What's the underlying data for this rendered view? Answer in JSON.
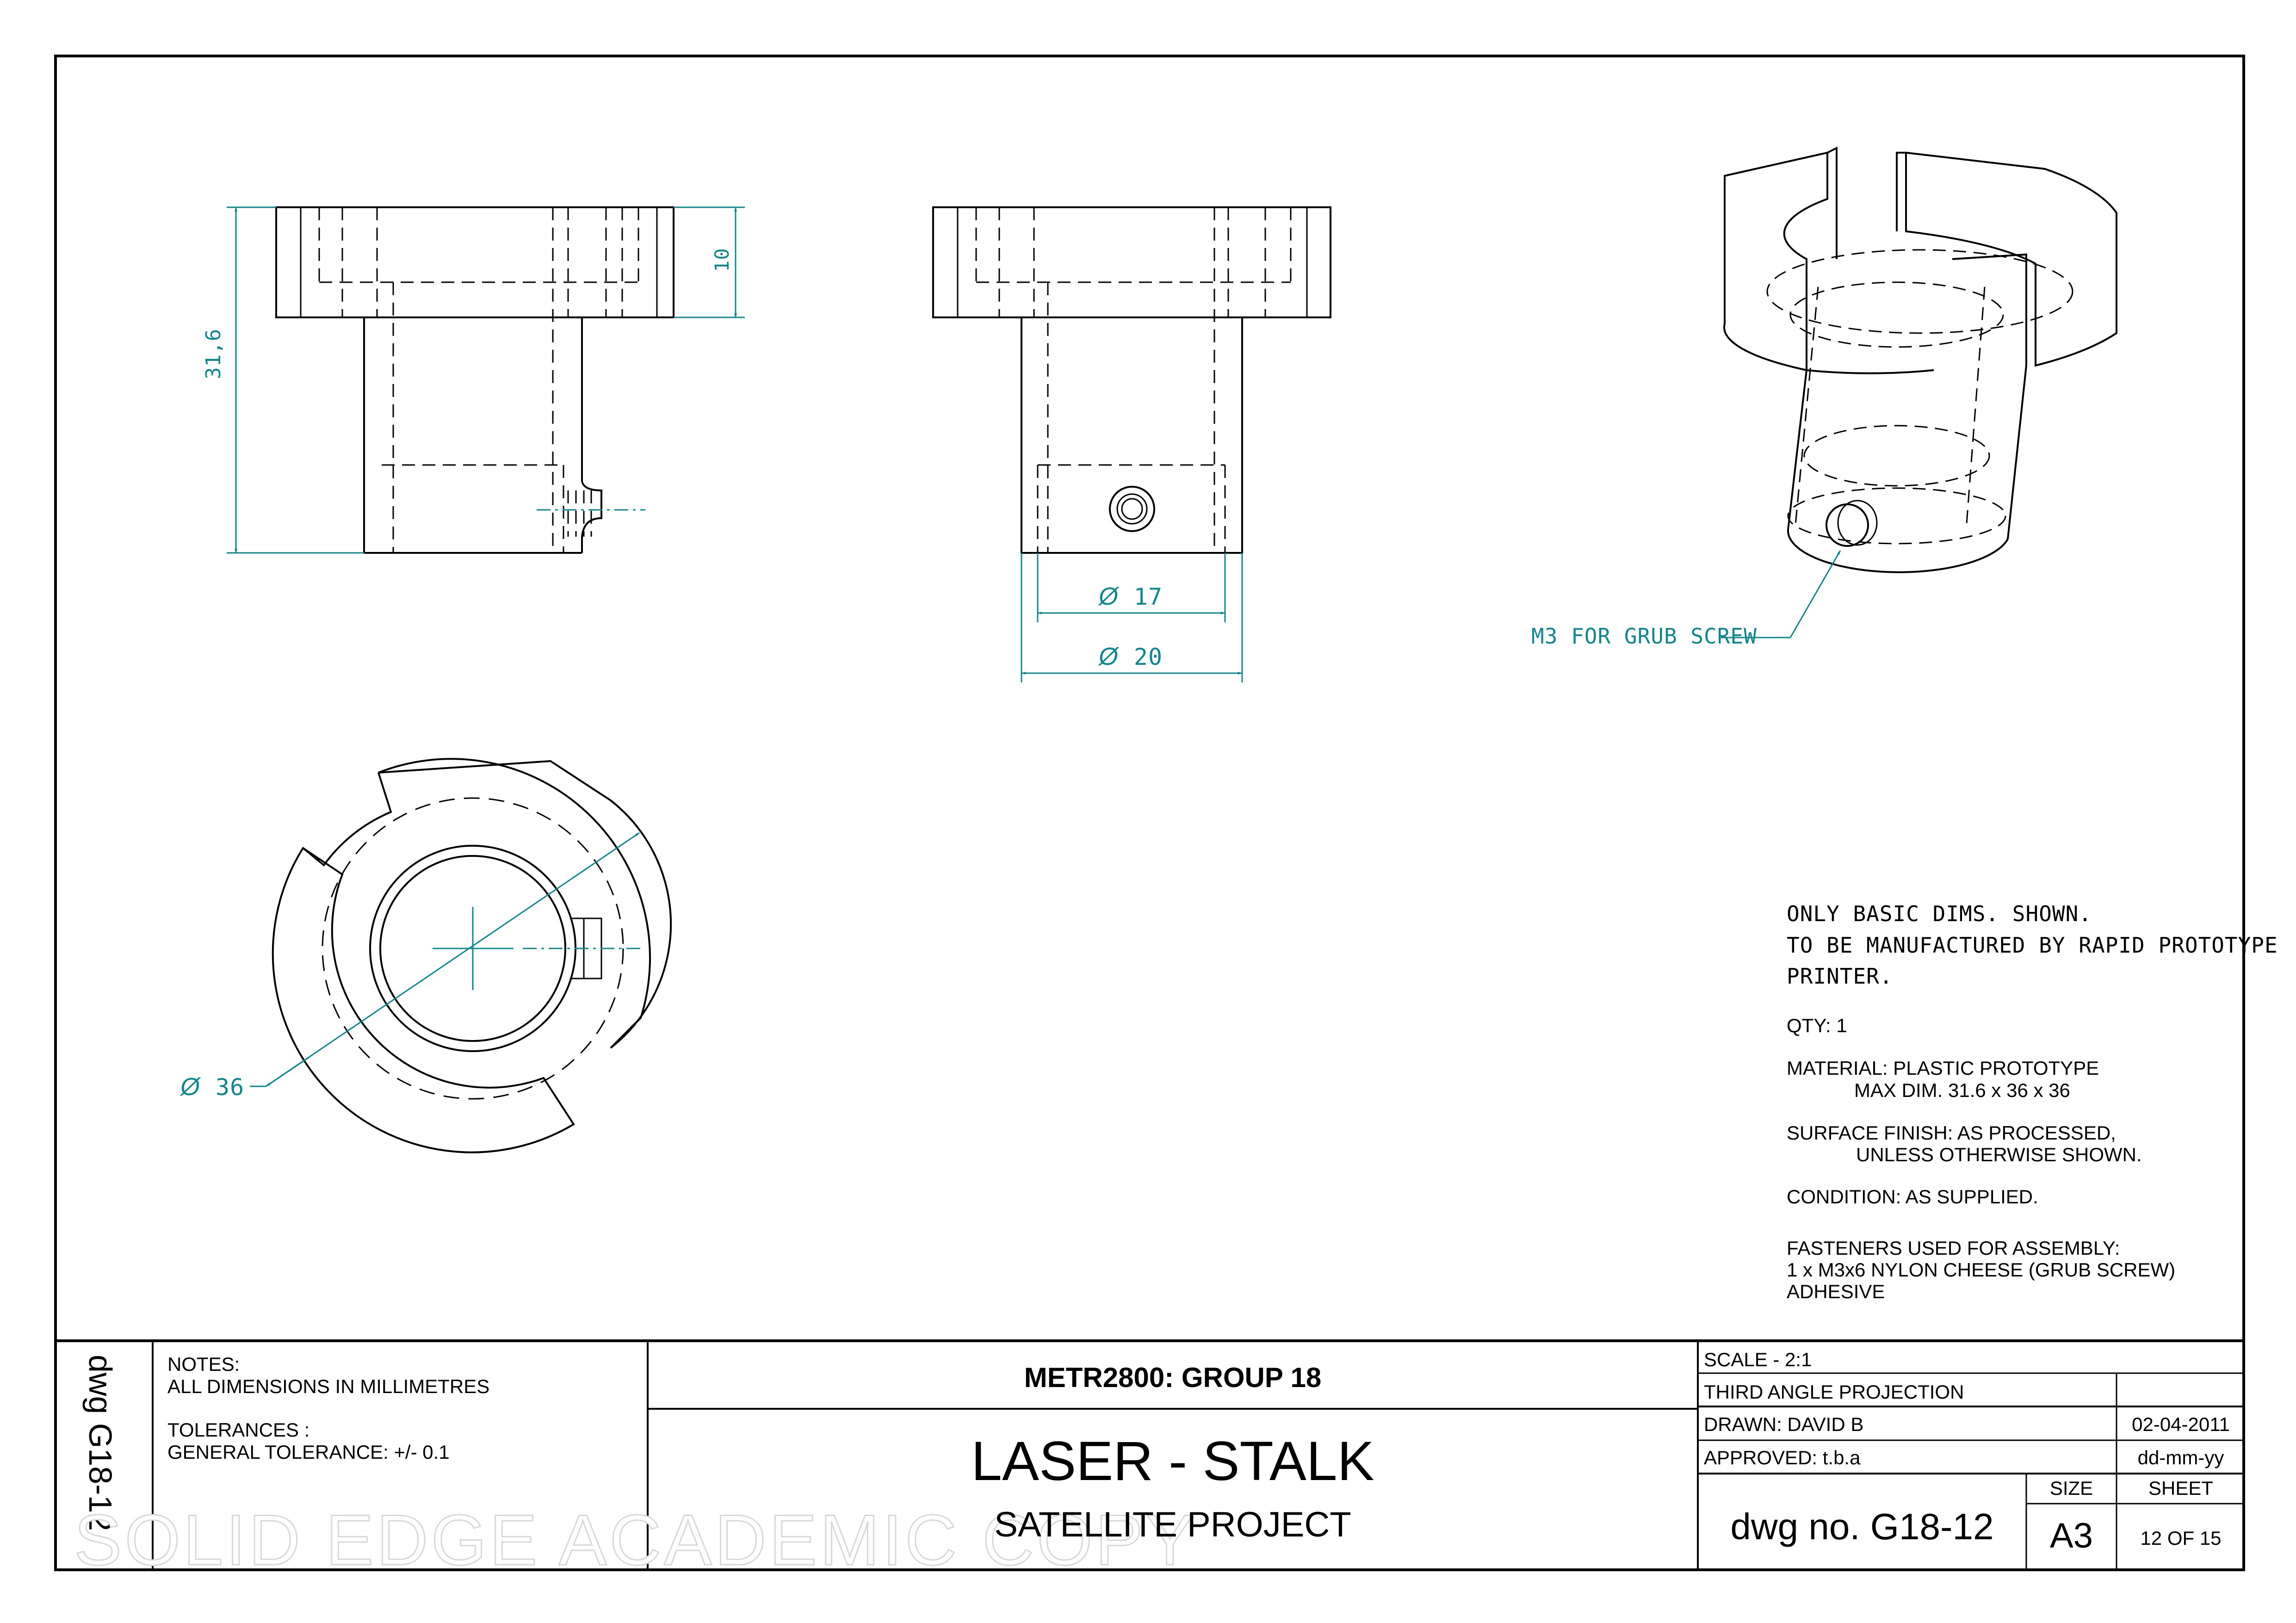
{
  "drawing": {
    "dimensions": {
      "height_31_6": "31,6",
      "height_10": "10",
      "dia_17": "17",
      "dia_20": "20",
      "dia_36": "36",
      "dia_symbol": "Ø"
    },
    "callout": "M3 FOR GRUB SCREW",
    "notes_right": [
      "ONLY BASIC DIMS. SHOWN.",
      "TO BE MANUFACTURED BY RAPID PROTOTYPE",
      "PRINTER."
    ],
    "specs": {
      "qty": "QTY:  1",
      "material_1": "MATERIAL:   PLASTIC PROTOTYPE",
      "material_2": "MAX DIM.   31.6  x  36  x  36",
      "finish_1": "SURFACE FINISH:   AS PROCESSED,",
      "finish_2": "UNLESS OTHERWISE SHOWN.",
      "condition": "CONDITION:   AS SUPPLIED.",
      "fasteners_1": "FASTENERS USED FOR ASSEMBLY:",
      "fasteners_2": "1  x  M3x6 NYLON CHEESE (GRUB SCREW)",
      "fasteners_3": "ADHESIVE"
    },
    "colors": {
      "dimension": "#14858a",
      "line": "#000000"
    }
  },
  "title_block": {
    "side_label": "dwg G18-12",
    "notes_title": "NOTES:",
    "notes_line": "ALL DIMENSIONS IN MILLIMETRES",
    "tolerances_title": "TOLERANCES :",
    "tolerances_line": "GENERAL TOLERANCE:  +/-  0.1",
    "group": "METR2800:  GROUP 18",
    "title": "LASER - STALK",
    "subtitle": "SATELLITE PROJECT",
    "watermark": "SOLID EDGE ACADEMIC COPY",
    "scale": "SCALE - 2:1",
    "projection": "THIRD ANGLE PROJECTION",
    "drawn": "DRAWN:   DAVID B",
    "drawn_date": "02-04-2011",
    "approved": "APPROVED:   t.b.a",
    "approved_date": "dd-mm-yy",
    "dwg_no": "dwg no. G18-12",
    "size_label": "SIZE",
    "size": "A3",
    "sheet_label": "SHEET",
    "sheet": "12 OF 15"
  }
}
